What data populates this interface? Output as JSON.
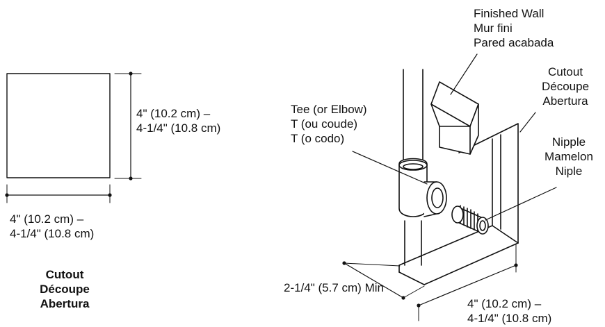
{
  "left_panel": {
    "height_dim": {
      "line1": "4\" (10.2 cm) –",
      "line2": "4-1/4\" (10.8 cm)"
    },
    "width_dim": {
      "line1": "4\" (10.2 cm) –",
      "line2": "4-1/4\" (10.8 cm)"
    },
    "caption": {
      "line1": "Cutout",
      "line2": "Découpe",
      "line3": "Abertura"
    }
  },
  "right_panel": {
    "finished_wall": {
      "line1": "Finished Wall",
      "line2": "Mur fini",
      "line3": "Pared acabada"
    },
    "cutout": {
      "line1": "Cutout",
      "line2": "Découpe",
      "line3": "Abertura"
    },
    "tee": {
      "line1": "Tee (or Elbow)",
      "line2": "T (ou coude)",
      "line3": "T (o codo)"
    },
    "nipple": {
      "line1": "Nipple",
      "line2": "Mamelon",
      "line3": "Niple"
    },
    "depth_dim": "2-1/4\" (5.7 cm) Min",
    "width_dim": {
      "line1": "4\" (10.2 cm) –",
      "line2": "4-1/4\" (10.8 cm)"
    }
  },
  "colors": {
    "stroke": "#111111",
    "background": "#ffffff"
  }
}
